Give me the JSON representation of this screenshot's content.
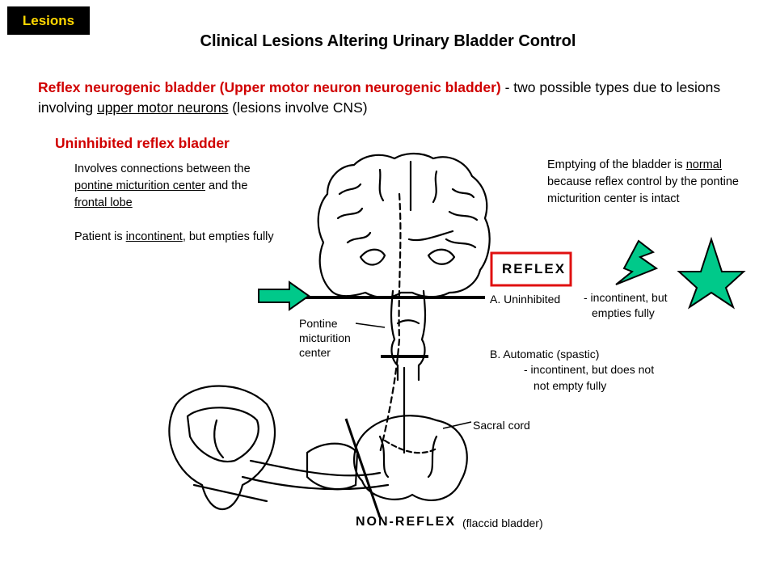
{
  "tag": "Lesions",
  "title": "Clinical Lesions Altering Urinary Bladder Control",
  "intro": {
    "bold_red": "Reflex neurogenic bladder (Upper motor neuron neurogenic bladder)",
    "rest_1": " - two possible types due to lesions involving ",
    "underlined": "upper motor neurons",
    "rest_2": " (lesions involve CNS)"
  },
  "subhead": "Uninhibited reflex bladder",
  "left_note": {
    "line1_pre": "Involves connections between the ",
    "line1_u": "pontine micturition center",
    "line1_mid": " and the ",
    "line1_u2": "frontal lobe",
    "line2_pre": "Patient is ",
    "line2_u": "incontinent",
    "line2_post": ", but empties fully"
  },
  "right_note": {
    "pre": "Emptying of the bladder is ",
    "u": "normal",
    "post": " because reflex control by the pontine micturition center is intact"
  },
  "figure": {
    "reflex": "REFLEX",
    "a_label": "A.  Uninhibited",
    "a_desc_1": "- incontinent, but",
    "a_desc_2": "empties fully",
    "b_label": "B.  Automatic (spastic)",
    "b_desc_1": "- incontinent, but does not",
    "b_desc_2": "not empty fully",
    "pontine_1": "Pontine",
    "pontine_2": "micturition",
    "pontine_3": "center",
    "sacral": "Sacral cord",
    "non_reflex": "NON-REFLEX",
    "flaccid": "(flaccid bladder)"
  },
  "colors": {
    "tag_bg": "#000000",
    "tag_text": "#ffd700",
    "red": "#d00000",
    "green": "#00c98a",
    "highlight_box": "#e01010"
  }
}
